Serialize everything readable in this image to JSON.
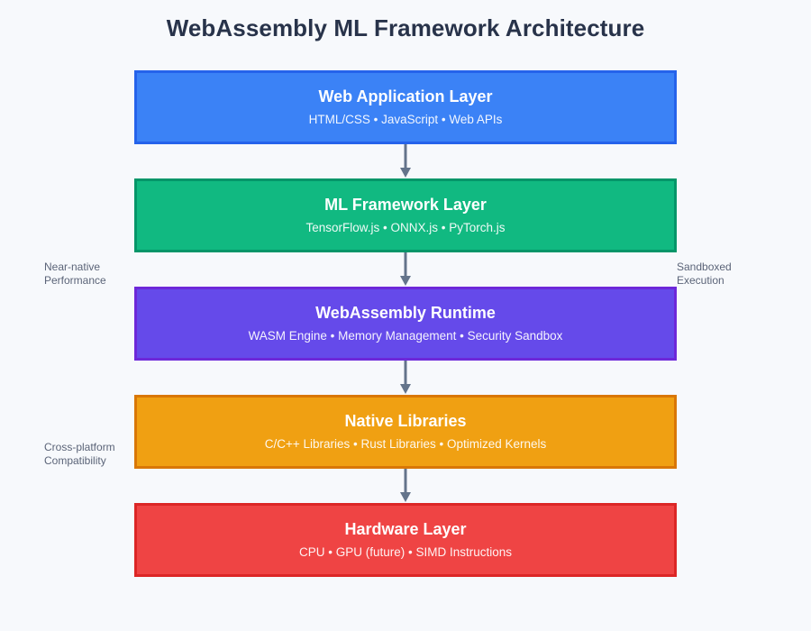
{
  "title": "WebAssembly ML Framework Architecture",
  "background_color": "#f7f9fc",
  "title_color": "#28334a",
  "connector_color": "#64748b",
  "layers": [
    {
      "name": "Web Application Layer",
      "subtitle": "HTML/CSS • JavaScript • Web APIs",
      "fill": "#3b82f6",
      "border": "#2563eb"
    },
    {
      "name": "ML Framework Layer",
      "subtitle": "TensorFlow.js • ONNX.js • PyTorch.js",
      "fill": "#11b981",
      "border": "#059669"
    },
    {
      "name": "WebAssembly Runtime",
      "subtitle": "WASM Engine • Memory Management • Security Sandbox",
      "fill": "#654aea",
      "border": "#6d28d9"
    },
    {
      "name": "Native Libraries",
      "subtitle": "C/C++ Libraries • Rust Libraries • Optimized Kernels",
      "fill": "#f0a012",
      "border": "#d97706"
    },
    {
      "name": "Hardware Layer",
      "subtitle": "CPU • GPU (future) • SIMD Instructions",
      "fill": "#ef4444",
      "border": "#dc2626"
    }
  ],
  "annotations": {
    "near_native": "Near-native\nPerformance",
    "sandboxed": "Sandboxed\nExecution",
    "cross_platform": "Cross-platform\nCompatibility"
  },
  "chart_data": {
    "type": "diagram",
    "diagram_kind": "layered-stack",
    "title": "WebAssembly ML Framework Architecture",
    "direction": "top-to-bottom",
    "nodes": [
      {
        "id": "web-application-layer",
        "label": "Web Application Layer",
        "detail": "HTML/CSS • JavaScript • Web APIs",
        "order": 1,
        "color": "#3b82f6"
      },
      {
        "id": "ml-framework-layer",
        "label": "ML Framework Layer",
        "detail": "TensorFlow.js • ONNX.js • PyTorch.js",
        "order": 2,
        "color": "#11b981"
      },
      {
        "id": "webassembly-runtime",
        "label": "WebAssembly Runtime",
        "detail": "WASM Engine • Memory Management • Security Sandbox",
        "order": 3,
        "color": "#654aea"
      },
      {
        "id": "native-libraries",
        "label": "Native Libraries",
        "detail": "C/C++ Libraries • Rust Libraries • Optimized Kernels",
        "order": 4,
        "color": "#f0a012"
      },
      {
        "id": "hardware-layer",
        "label": "Hardware Layer",
        "detail": "CPU • GPU (future) • SIMD Instructions",
        "order": 5,
        "color": "#ef4444"
      }
    ],
    "edges": [
      {
        "from": "web-application-layer",
        "to": "ml-framework-layer",
        "style": "arrow"
      },
      {
        "from": "ml-framework-layer",
        "to": "webassembly-runtime",
        "style": "arrow"
      },
      {
        "from": "webassembly-runtime",
        "to": "native-libraries",
        "style": "arrow"
      },
      {
        "from": "native-libraries",
        "to": "hardware-layer",
        "style": "arrow"
      }
    ],
    "annotations": [
      {
        "text": "Near-native Performance",
        "side": "left",
        "near": "webassembly-runtime"
      },
      {
        "text": "Sandboxed Execution",
        "side": "right",
        "near": "webassembly-runtime"
      },
      {
        "text": "Cross-platform Compatibility",
        "side": "left",
        "near": "native-libraries"
      }
    ]
  }
}
